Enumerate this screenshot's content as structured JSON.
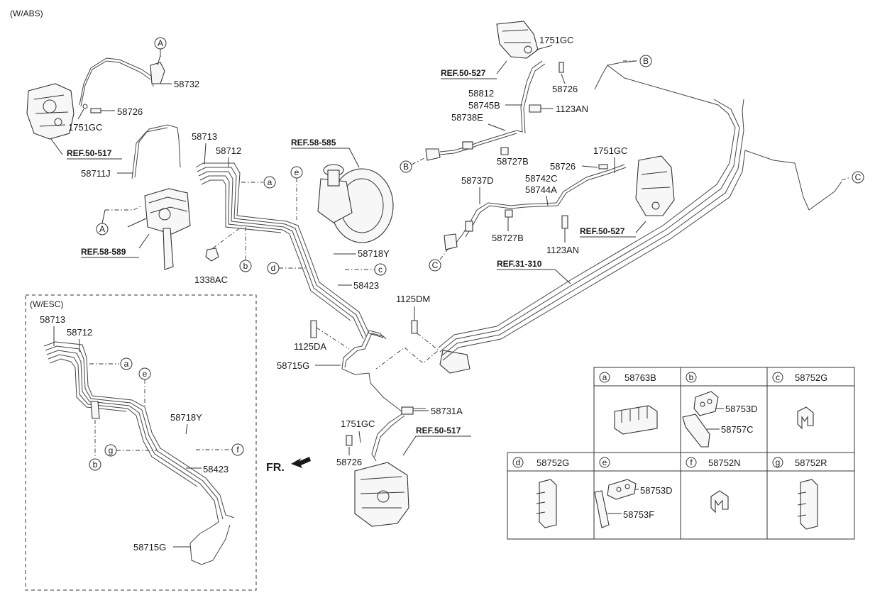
{
  "header": {
    "variant_abs": "(W/ABS)",
    "variant_esc": "(W/ESC)"
  },
  "direction": {
    "label": "FR."
  },
  "refs": {
    "r50517_top": "REF.50-517",
    "r58589": "REF.58-589",
    "r58585": "REF.58-585",
    "r50527_top": "REF.50-527",
    "r50527_mid": "REF.50-527",
    "r31310": "REF.31-310",
    "r50517_bot": "REF.50-517"
  },
  "parts": {
    "p58732": "58732",
    "p58726_a": "58726",
    "p1751gc_a": "1751GC",
    "p58713_a": "58713",
    "p58712_a": "58712",
    "p58711j": "58711J",
    "p1338ac": "1338AC",
    "p58718y_a": "58718Y",
    "p58423_a": "58423",
    "p1125dm": "1125DM",
    "p1125da": "1125DA",
    "p58715g_a": "58715G",
    "p58731a": "58731A",
    "p1751gc_c": "1751GC",
    "p58726_c": "58726",
    "p1751gc_b": "1751GC",
    "p58726_b": "58726",
    "p58812": "58812",
    "p58745b": "58745B",
    "p1123an_a": "1123AN",
    "p58738e": "58738E",
    "p58727b_a": "58727B",
    "p58726_d": "58726",
    "p1751gc_d": "1751GC",
    "p58737d": "58737D",
    "p58742c": "58742C",
    "p58744a": "58744A",
    "p58727b_b": "58727B",
    "p1123an_b": "1123AN",
    "p58713_e": "58713",
    "p58712_e": "58712",
    "p58718y_e": "58718Y",
    "p58423_e": "58423",
    "p58715g_e": "58715G"
  },
  "callouts": {
    "A": "A",
    "B": "B",
    "C": "C",
    "a": "a",
    "b": "b",
    "c": "c",
    "d": "d",
    "e": "e",
    "f": "f",
    "g": "g"
  },
  "table": {
    "cells": [
      {
        "letter": "a",
        "part": "58763B",
        "subparts": []
      },
      {
        "letter": "b",
        "part": "",
        "subparts": [
          "58753D",
          "58757C"
        ]
      },
      {
        "letter": "c",
        "part": "58752G",
        "subparts": []
      },
      {
        "letter": "d",
        "part": "58752G",
        "subparts": []
      },
      {
        "letter": "e",
        "part": "",
        "subparts": [
          "58753D",
          "58753F"
        ]
      },
      {
        "letter": "f",
        "part": "58752N",
        "subparts": []
      },
      {
        "letter": "g",
        "part": "58752R",
        "subparts": []
      }
    ]
  }
}
